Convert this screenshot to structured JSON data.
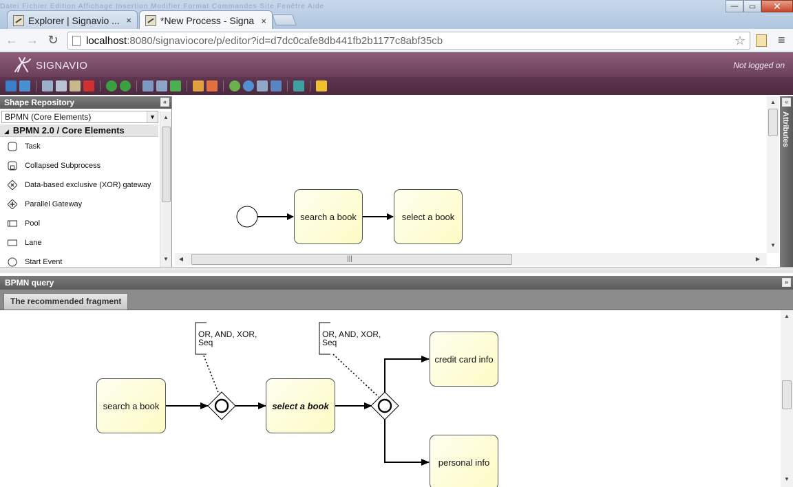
{
  "browser": {
    "ghost_menu": "Datei   Fichier   Edition   Affichage   Insertion   Modifier   Format   Commandes   Site   Fenêtre   Aide",
    "tabs": [
      {
        "title": "Explorer | Signavio ...",
        "close": "×"
      },
      {
        "title": "*New Process - Signa",
        "close": "×"
      }
    ],
    "window_controls": {
      "minimize": "—",
      "maximize": "▭",
      "close": "✕"
    },
    "nav": {
      "back": "←",
      "forward": "→",
      "reload": "↻"
    },
    "url": {
      "host": "localhost",
      "path": ":8080/signaviocore/p/editor?id=d7dc0cafe8db441fb2b1177c8abf35cb"
    },
    "star": "☆",
    "menu": "≡"
  },
  "app": {
    "logo": "SIGNAVIO",
    "login_status": "Not logged on",
    "colors": {
      "header": "#7a4b68",
      "toolbar": "#553045",
      "task_fill": "#fdfbc4"
    }
  },
  "toolbar": {
    "icons": [
      "save-icon",
      "save-as-icon",
      "cut-icon",
      "copy-icon",
      "paste-icon",
      "delete-icon",
      "undo-icon",
      "redo-icon",
      "align-left-icon",
      "align-middle-icon",
      "fit-icon",
      "group-icon",
      "ungroup-icon",
      "zoom-in-icon",
      "zoom-out-icon",
      "zoom-100-icon",
      "zoom-fit-icon",
      "transform-icon",
      "validate-icon"
    ]
  },
  "shape_repo": {
    "title": "Shape Repository",
    "collapse": "«",
    "stencilset": "BPMN (Core Elements)",
    "dropdown": "▼",
    "group": "BPMN 2.0 / Core Elements",
    "group_toggle": "◢",
    "items": [
      {
        "label": "Task",
        "icon": "task-icon"
      },
      {
        "label": "Collapsed Subprocess",
        "icon": "subprocess-icon"
      },
      {
        "label": "Data-based exclusive (XOR) gateway",
        "icon": "xor-gateway-icon"
      },
      {
        "label": "Parallel Gateway",
        "icon": "parallel-gateway-icon"
      },
      {
        "label": "Pool",
        "icon": "pool-icon"
      },
      {
        "label": "Lane",
        "icon": "lane-icon"
      },
      {
        "label": "Start Event",
        "icon": "start-event-icon"
      }
    ]
  },
  "canvas": {
    "tasks": [
      "search a book",
      "select a book"
    ],
    "hscroll_grip": "|||",
    "scroll": {
      "up": "▲",
      "down": "▼",
      "left": "◀",
      "right": "▶"
    }
  },
  "attributes": {
    "label": "Attributes",
    "collapse": "«"
  },
  "query": {
    "title": "BPMN query",
    "collapse": "»",
    "tab": "The recommended fragment",
    "tasks": [
      "search a book",
      "select a book",
      "credit card info",
      "personal info"
    ],
    "annotation_line1": "OR, AND, XOR,",
    "annotation_line2": "Seq"
  }
}
